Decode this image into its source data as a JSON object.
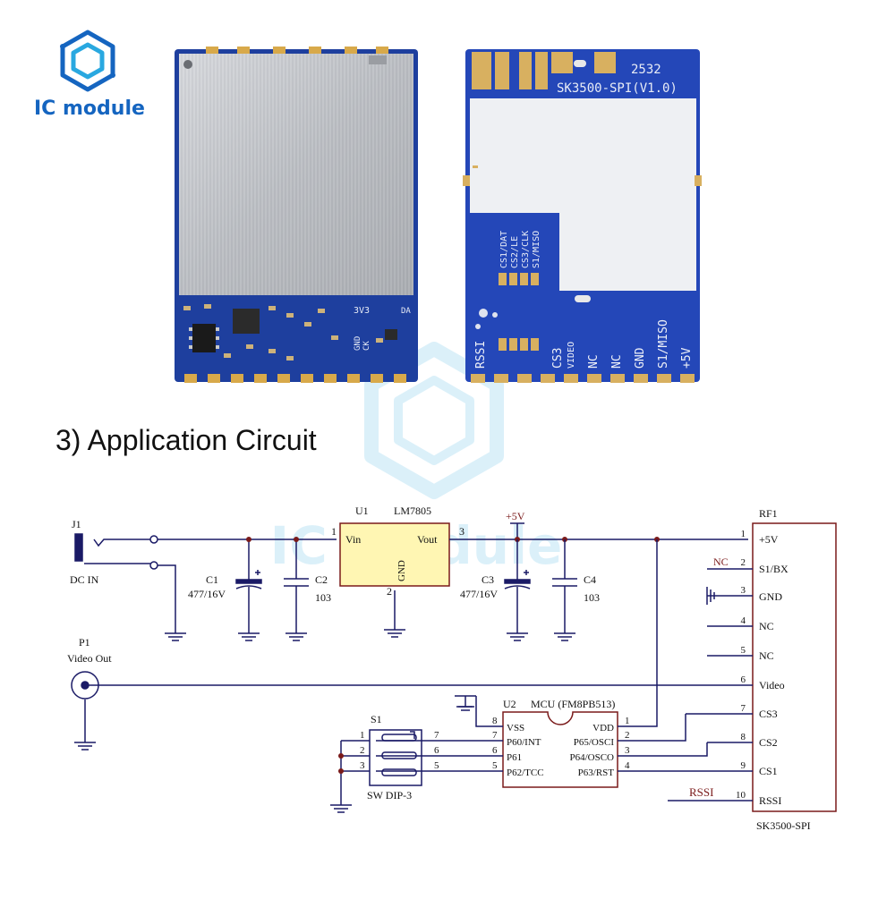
{
  "brand": {
    "name": "IC module",
    "colors": {
      "brand_blue": "#1565c0",
      "logo_cyan": "#29a8e0"
    }
  },
  "heading": "3) Application Circuit",
  "photo_back": {
    "board_id": "2532",
    "model": "SK3500-SPI(V1.0)",
    "pad_labels_upper": [
      "CS1/DAT",
      "CS2/LE",
      "CS3/CLK",
      "S1/MISO"
    ],
    "pin_labels": [
      "RSSI",
      "CS3",
      "VIDEO",
      "NC",
      "NC",
      "GND",
      "S1/MISO",
      "+5V"
    ]
  },
  "photo_front": {
    "silk": [
      "3V3",
      "DA",
      "GND",
      "CK"
    ]
  },
  "schematic": {
    "j1": {
      "ref": "J1",
      "label": "DC IN"
    },
    "u1": {
      "ref": "U1",
      "part": "LM7805",
      "vin": "Vin",
      "vout": "Vout",
      "gnd": "GND",
      "pin1": "1",
      "pin2": "2",
      "pin3": "3"
    },
    "c1": {
      "ref": "C1",
      "value": "477/16V"
    },
    "c2": {
      "ref": "C2",
      "value": "103"
    },
    "c3": {
      "ref": "C3",
      "value": "477/16V"
    },
    "c4": {
      "ref": "C4",
      "value": "103"
    },
    "vcc_label": "+5V",
    "p1": {
      "ref": "P1",
      "label": "Video Out"
    },
    "rf1": {
      "ref": "RF1",
      "name": "SK3500-SPI",
      "pins": [
        {
          "num": "1",
          "name": "+5V"
        },
        {
          "num": "2",
          "name": "S1/BX"
        },
        {
          "num": "3",
          "name": "GND"
        },
        {
          "num": "4",
          "name": "NC"
        },
        {
          "num": "5",
          "name": "NC"
        },
        {
          "num": "6",
          "name": "Video"
        },
        {
          "num": "7",
          "name": "CS3"
        },
        {
          "num": "8",
          "name": "CS2"
        },
        {
          "num": "9",
          "name": "CS1"
        },
        {
          "num": "10",
          "name": "RSSI"
        }
      ],
      "nc_label": "NC",
      "rssi_label": "RSSI"
    },
    "u2": {
      "ref": "U2",
      "title": "MCU (FM8PB513)",
      "left_pins": [
        {
          "num": "8",
          "name": "VSS"
        },
        {
          "num": "7",
          "name": "P60/INT"
        },
        {
          "num": "6",
          "name": "P61"
        },
        {
          "num": "5",
          "name": "P62/TCC"
        }
      ],
      "right_pins": [
        {
          "num": "1",
          "name": "VDD"
        },
        {
          "num": "2",
          "name": "P65/OSCI"
        },
        {
          "num": "3",
          "name": "P64/OSCO"
        },
        {
          "num": "4",
          "name": "P63/RST"
        }
      ]
    },
    "s1": {
      "ref": "S1",
      "label": "SW DIP-3",
      "left_nums": [
        "1",
        "2",
        "3"
      ],
      "right_nums": [
        "7",
        "6",
        "5"
      ]
    }
  }
}
